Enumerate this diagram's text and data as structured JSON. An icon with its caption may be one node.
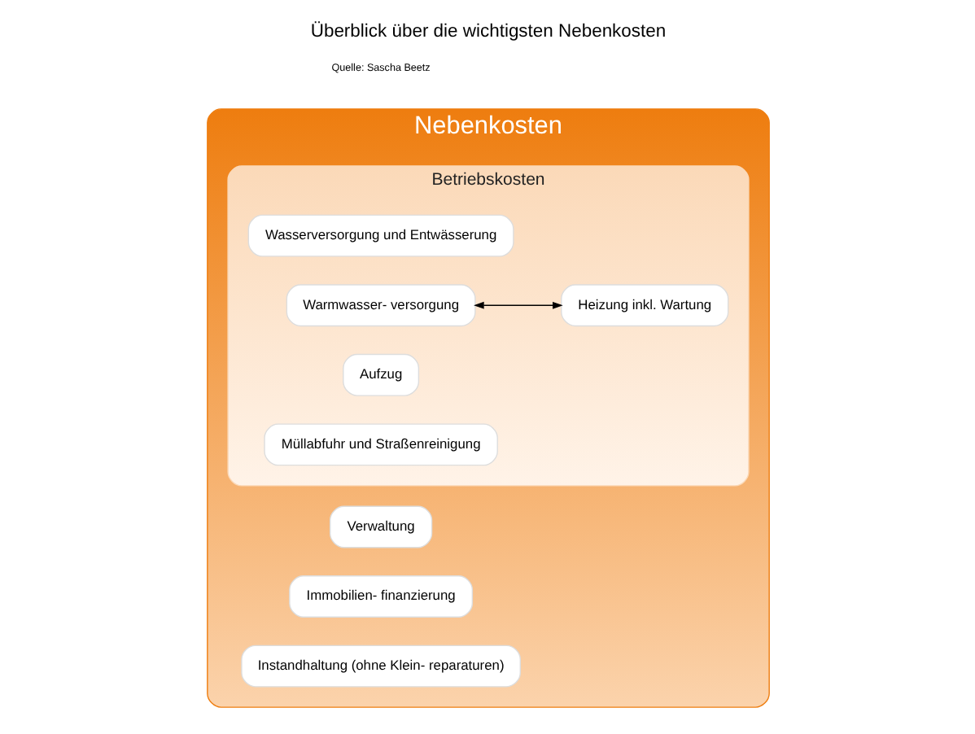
{
  "diagram": {
    "title": "Überblick über die wichtigsten Nebenkosten",
    "nodes": [
      {
        "text": [
          "Nebenkosten"
        ]
      },
      {
        "text": [
          "Betriebskosten"
        ],
        "in": 0
      },
      {
        "text": [
          "Wasserversorgung und Entwässerung"
        ],
        "in": 1
      },
      {
        "text": [
          "Heizung inkl. Wartung"
        ],
        "in": 1
      },
      {
        "text": [
          "Warmwasser- versorgung"
        ],
        "in": 1
      },
      {
        "text": [
          "Aufzug"
        ],
        "in": 1
      },
      {
        "text": [
          "Müllabfuhr und Straßenreinigung"
        ],
        "in": 1
      },
      {
        "text": [
          "Verwaltung"
        ],
        "in": 0
      },
      {
        "text": [
          "Immobilien- finanzierung"
        ],
        "in": 0
      },
      {
        "text": [
          "Instandhaltung (ohne Klein- reparaturen)"
        ],
        "in": 0
      }
    ],
    "edges": [
      {
        "from": 4,
        "to": 3,
        "arrow": "both"
      }
    ],
    "labels": [
      "Quelle: Sascha Beetz"
    ]
  }
}
